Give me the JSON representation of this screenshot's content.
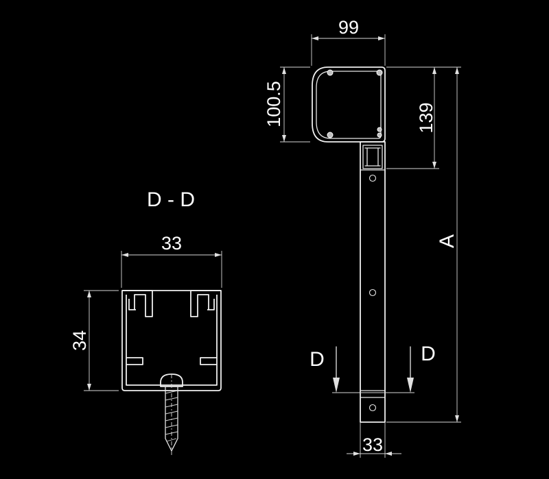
{
  "section": {
    "title": "D - D",
    "width_label": "33",
    "height_label": "34"
  },
  "elevation": {
    "head_width_label": "99",
    "head_height_label": "100.5",
    "upper_height_label": "139",
    "overall_label": "A",
    "rail_width_label": "33",
    "cut_left_label": "D",
    "cut_right_label": "D"
  },
  "colors": {
    "background": "#000000",
    "line": "#e8e8e8"
  }
}
